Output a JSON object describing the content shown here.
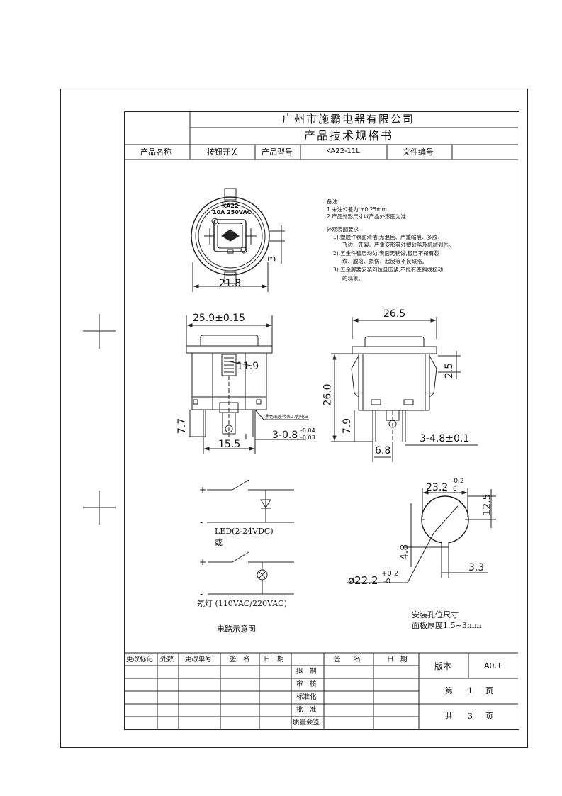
{
  "header": {
    "company": "广州市施霸电器有限公司",
    "doc_title": "产品技术规格书",
    "product_name_label": "产品名称",
    "product_name_value": "按钮开关",
    "product_model_label": "产品型号",
    "product_model_value": "KA22-11L",
    "file_no_label": "文件编号",
    "file_no_value": ""
  },
  "notes": {
    "heading": "备注:",
    "lines": [
      "1.未注公差为:±0.25mm",
      "2.产品外形尺寸以产品外形图为准",
      "外观装配要求",
      "1).塑胶件表面清洁,无混色、严重缩痕、多胶、",
      "飞边、开裂、严重变形等注塑缺陷及机械划伤。",
      "2).五金件镀层均匀,表面无锈蚀,镀层不得有裂",
      "纹、脱落、损伤、起皮等不良缺陷。",
      "3).五金脚要安装到位且压紧,不能有歪斜或松动",
      "的现象。"
    ]
  },
  "front_view": {
    "marking_model": "KA22",
    "marking_rating": "10A 250VAC",
    "dim_width": "21.8",
    "dim_side": "3"
  },
  "side_view_left": {
    "dim_diameter": "25.9±0.15",
    "dim_11_9": "11.9",
    "dim_7_7": "7.7",
    "dim_15_5": "15.5",
    "dim_pins": "3-0.8",
    "tol_upper": "-0.04",
    "tol_lower": "-0.03",
    "led_callout": "黑色底座代表07灯电压"
  },
  "side_view_right": {
    "dim_width": "26.5",
    "dim_height": "26.0",
    "dim_2_5": "2.5",
    "dim_7_9": "7.9",
    "dim_6_8": "6.8",
    "dim_pins": "3-4.8±0.1"
  },
  "circuit": {
    "led_label": "LED(2-24VDC)",
    "or_label": "或",
    "neon_label": "氖灯 (110VAC/220VAC)",
    "caption": "电路示意图",
    "plus": "+",
    "minus": "-"
  },
  "cutout": {
    "dim_width": "23.2",
    "dim_width_tol_upper": "-0.2",
    "dim_width_tol_lower": "0",
    "dim_height": "12.5",
    "dim_4_8": "4.8",
    "dim_3_3": "3.3",
    "dim_diameter": "ø22.2",
    "dim_dia_tol_upper": "+0.2",
    "dim_dia_tol_lower": "-0",
    "caption_1": "安装孔位尺寸",
    "caption_2": "面板厚度1.5~3mm"
  },
  "title_block": {
    "change_mark": "更改标记",
    "count": "处数",
    "change_no": "更改单号",
    "sign": "签　名",
    "date": "日　期",
    "sign2": "签　　名",
    "date2": "日　期",
    "drafted": "拟　制",
    "reviewed": "审　核",
    "standardized": "标准化",
    "approved": "批　准",
    "qa": "质量会签",
    "version_label": "版本",
    "version_value": "A0.1",
    "page_label": "第",
    "page_value": "1",
    "page_unit": "页",
    "total_label": "共",
    "total_value": "3",
    "total_unit": "页"
  }
}
